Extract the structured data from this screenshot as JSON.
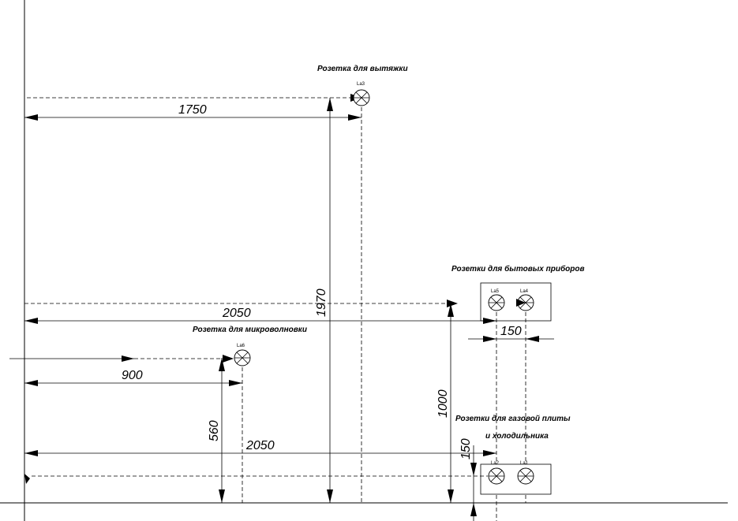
{
  "labels": {
    "hood": "Розетка для вытяжки",
    "appliances": "Розетки для бытовых приборов",
    "microwave": "Розетка для микроволновки",
    "stove_line1": "Розетки для газовой плиты",
    "stove_line2": "и холодильника"
  },
  "sockets": {
    "la3": "La3",
    "la5": "La5",
    "la4": "La4",
    "la6": "La6",
    "la2": "La2",
    "la1": "La1"
  },
  "dimensions": {
    "d1750": "1750",
    "d1970": "1970",
    "d2050_upper": "2050",
    "d150_horizontal": "150",
    "d900": "900",
    "d560": "560",
    "d1000": "1000",
    "d2050_lower": "2050",
    "d150_vertical": "150"
  }
}
